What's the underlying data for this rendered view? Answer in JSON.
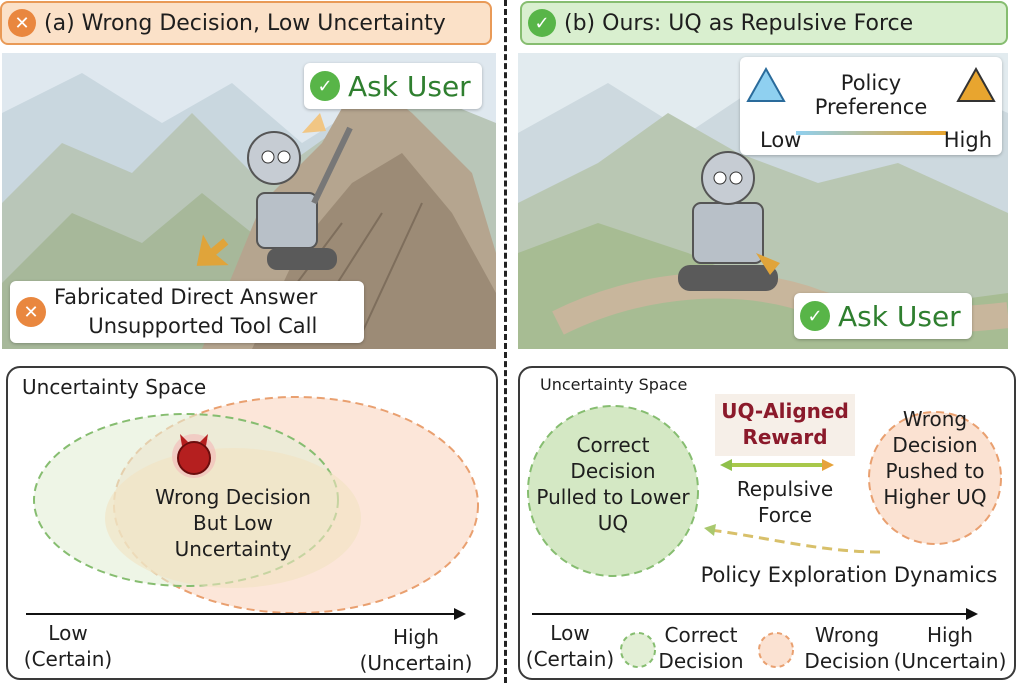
{
  "left": {
    "title": "(a) Wrong Decision, Low Uncertainty",
    "title_icon": "x-badge-icon",
    "scene": {
      "ask_user": "Ask User",
      "fabricated": "Fabricated Direct Answer",
      "unsupported": "Unsupported Tool Call"
    },
    "panel": {
      "title": "Uncertainty Space",
      "wrong_line1": "Wrong Decision",
      "wrong_line2": "But Low",
      "wrong_line3": "Uncertainty",
      "axis_low": "Low",
      "axis_low_sub": "(Certain)",
      "axis_high": "High",
      "axis_high_sub": "(Uncertain)"
    }
  },
  "right": {
    "title": "(b) Ours: UQ as Repulsive Force",
    "title_icon": "check-badge-icon",
    "scene": {
      "policy_line1": "Policy",
      "policy_line2": "Preference",
      "low": "Low",
      "high": "High",
      "ask_user": "Ask User"
    },
    "panel": {
      "title": "Uncertainty Space",
      "correct_line1": "Correct",
      "correct_line2": "Decision",
      "correct_line3": "Pulled to Lower",
      "correct_line4": "UQ",
      "reward_line1": "UQ-Aligned",
      "reward_line2": "Reward",
      "repulsive_line1": "Repulsive",
      "repulsive_line2": "Force",
      "wrong_line1": "Wrong",
      "wrong_line2": "Decision",
      "wrong_line3": "Pushed to",
      "wrong_line4": "Higher UQ",
      "dynamics": "Policy Exploration Dynamics",
      "axis_low": "Low",
      "axis_low_sub": "(Certain)",
      "axis_high": "High",
      "axis_high_sub": "(Uncertain)",
      "legend_correct_1": "Correct",
      "legend_correct_2": "Decision",
      "legend_wrong_1": "Wrong",
      "legend_wrong_2": "Decision"
    }
  },
  "colors": {
    "orange": "#e9873f",
    "green": "#58b548",
    "reward_text": "#8b1a2b"
  }
}
